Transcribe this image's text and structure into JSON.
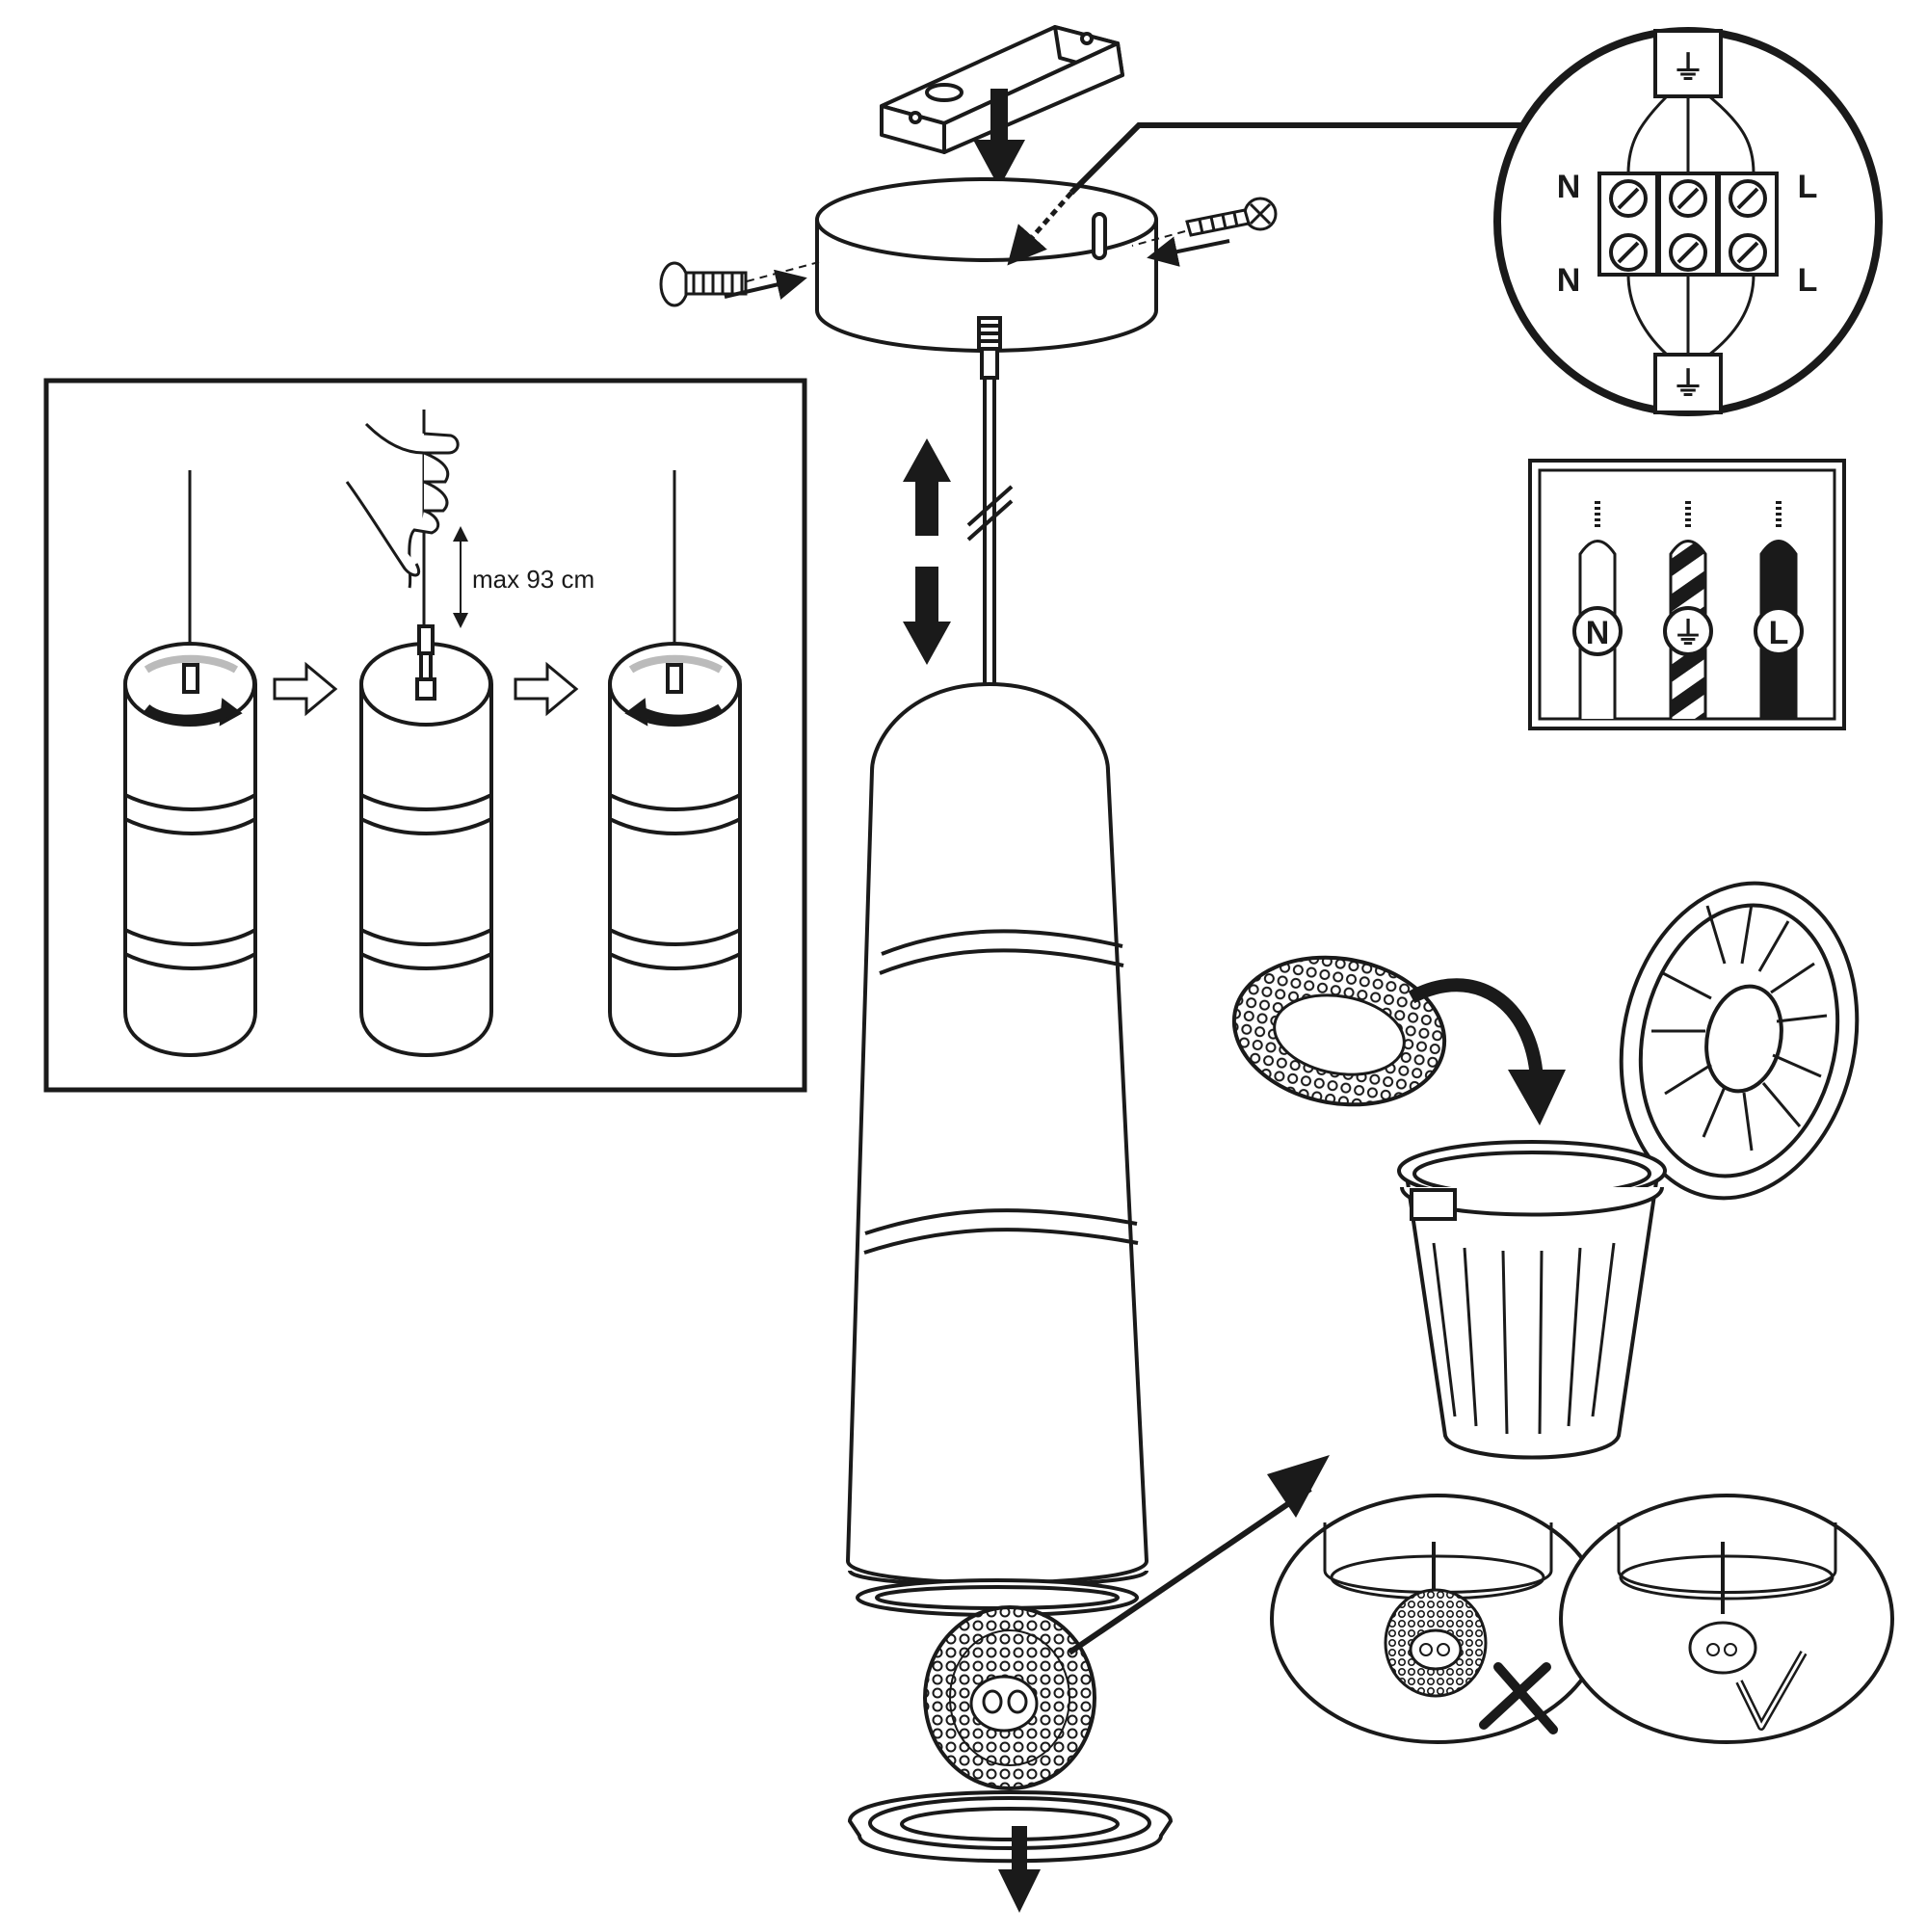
{
  "inset": {
    "dimension_label": "max 93 cm"
  },
  "terminal": {
    "left_top": "N",
    "left_bottom": "N",
    "right_top": "L",
    "right_bottom": "L",
    "earth_symbol": "⏚"
  },
  "wire_legend": {
    "neutral": "N",
    "earth": "⏚",
    "live": "L"
  },
  "colors": {
    "ink": "#1a1a1a",
    "paper": "#ffffff",
    "highlight": "#bbbbbb"
  }
}
